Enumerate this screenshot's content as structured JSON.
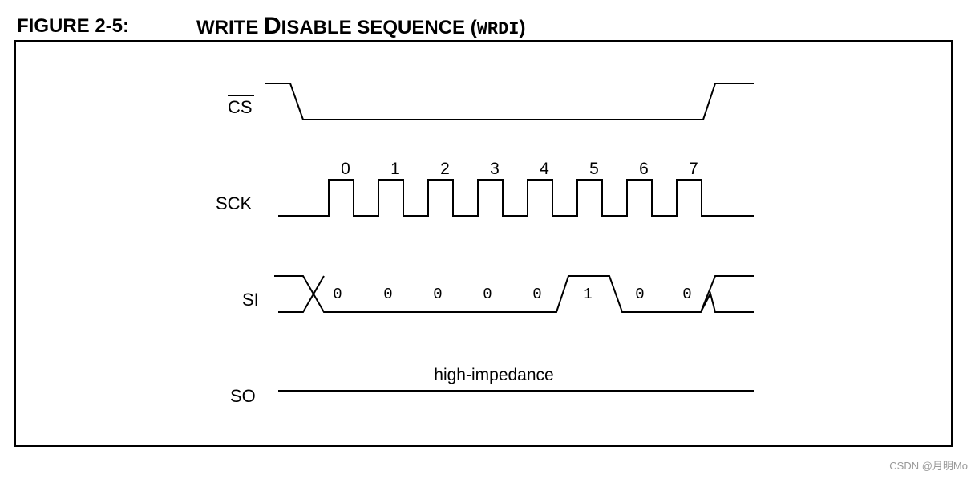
{
  "figure": {
    "number": "FIGURE 2-5:",
    "title_pre": "WRITE ",
    "title_big": "D",
    "title_mid": "ISABLE SEQUENCE (",
    "title_code": "WRDI",
    "title_post": ")"
  },
  "signals": {
    "cs": "CS",
    "sck": "SCK",
    "si": "SI",
    "so": "SO"
  },
  "clock_pulses": [
    "0",
    "1",
    "2",
    "3",
    "4",
    "5",
    "6",
    "7"
  ],
  "si_bits": [
    "0",
    "0",
    "0",
    "0",
    "0",
    "1",
    "0",
    "0"
  ],
  "so_note": "high-impedance",
  "watermark": "CSDN @月明Mo"
}
